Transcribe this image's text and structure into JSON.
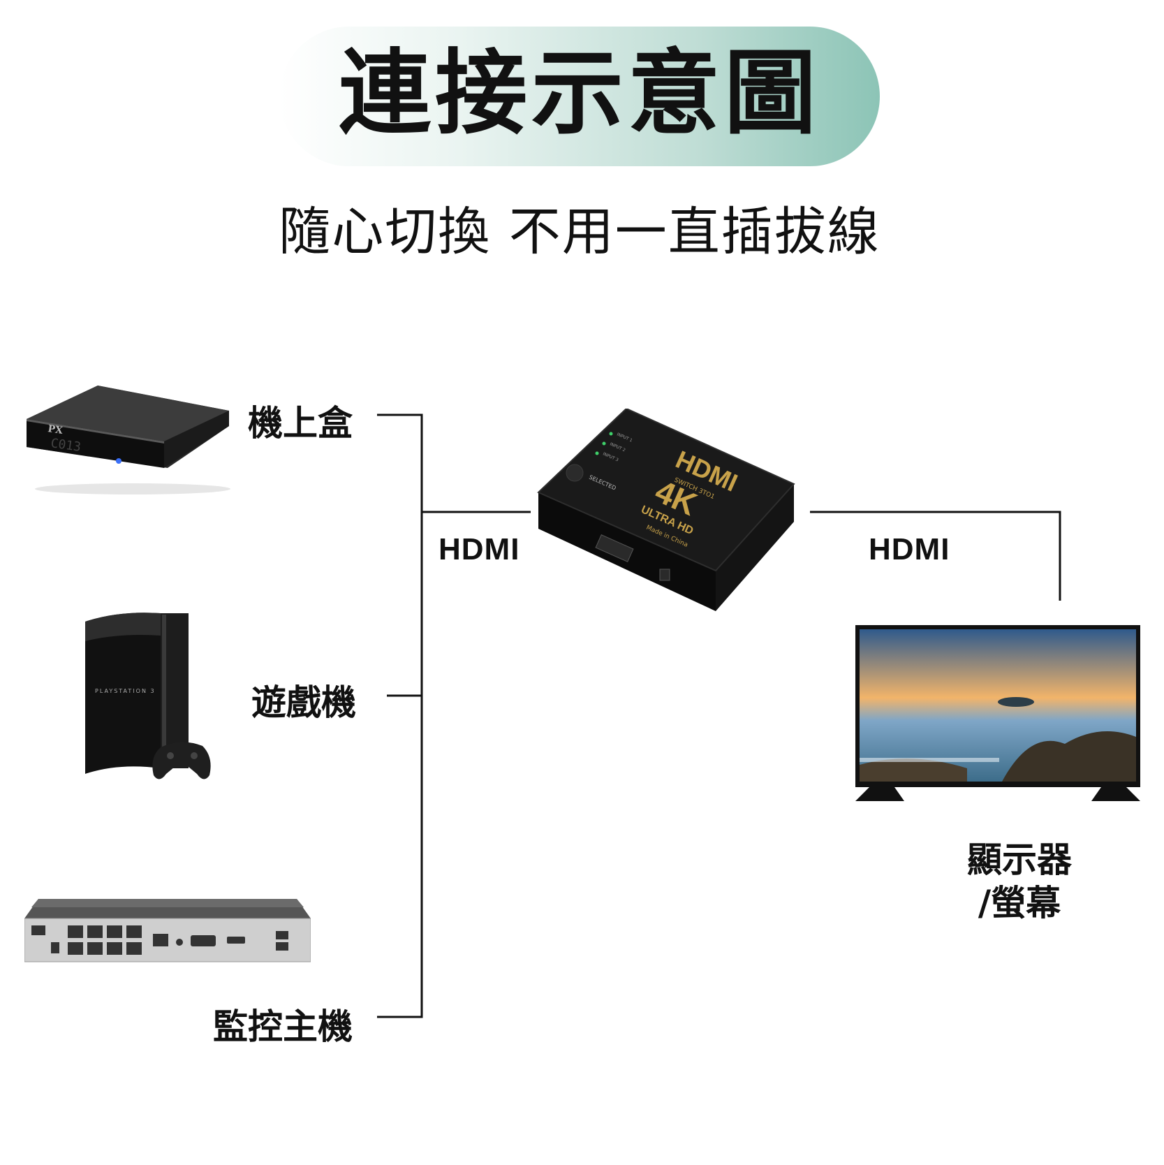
{
  "title": "連接示意圖",
  "subtitle": "隨心切換 不用一直插拔線",
  "sources": [
    {
      "label": "機上盒"
    },
    {
      "label": "遊戲機"
    },
    {
      "label": "監控主機"
    }
  ],
  "cables": {
    "input": "HDMI",
    "output": "HDMI"
  },
  "switch": {
    "brand": "HDMI",
    "model": "SWITCH 3TO1",
    "resolution": "4K",
    "resolution_sub": "ULTRA HD",
    "origin": "Made in China",
    "button_label": "SELECTED",
    "inputs": [
      "INPUT 1",
      "INPUT 2",
      "INPUT 3"
    ]
  },
  "set_top_box": {
    "brand": "PX",
    "display": "C013"
  },
  "console": {
    "brand": "PLAYSTATION 3"
  },
  "monitor": {
    "line1": "顯示器",
    "line2": "/螢幕"
  },
  "colors": {
    "accent": "#8cc4b6",
    "gold": "#c8a24a",
    "line": "#111111"
  }
}
